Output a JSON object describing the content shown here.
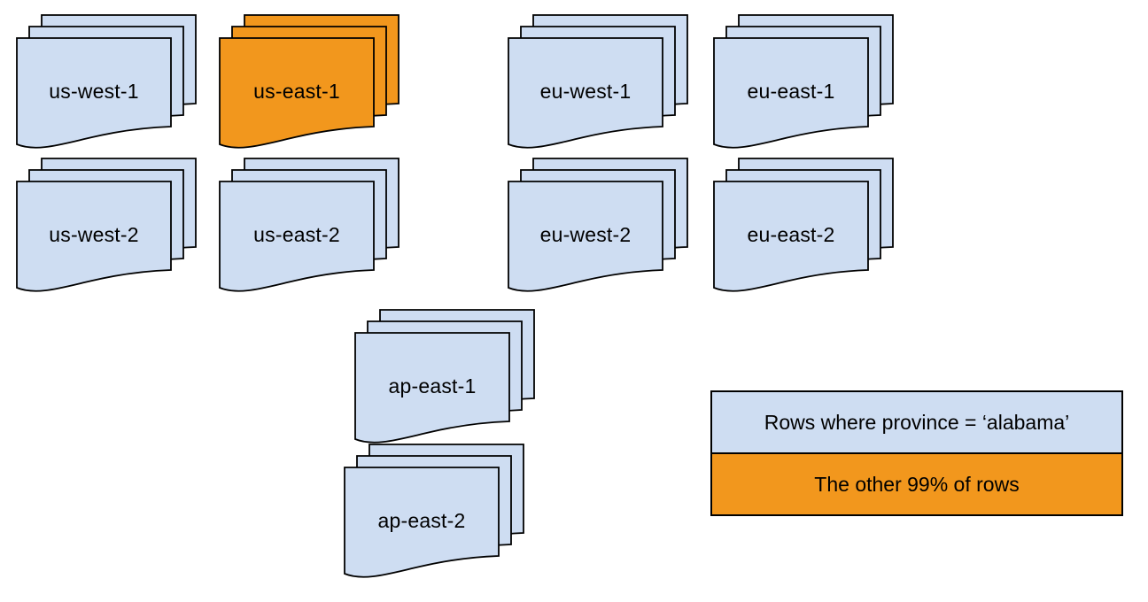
{
  "diagram": {
    "title": "region-partition-diagram",
    "stacks": [
      {
        "id": "us-west-1",
        "label": "us-west-1",
        "highlighted": false
      },
      {
        "id": "us-east-1",
        "label": "us-east-1",
        "highlighted": true
      },
      {
        "id": "eu-west-1",
        "label": "eu-west-1",
        "highlighted": false
      },
      {
        "id": "eu-east-1",
        "label": "eu-east-1",
        "highlighted": false
      },
      {
        "id": "us-west-2",
        "label": "us-west-2",
        "highlighted": false
      },
      {
        "id": "us-east-2",
        "label": "us-east-2",
        "highlighted": false
      },
      {
        "id": "eu-west-2",
        "label": "eu-west-2",
        "highlighted": false
      },
      {
        "id": "eu-east-2",
        "label": "eu-east-2",
        "highlighted": false
      },
      {
        "id": "ap-east-1",
        "label": "ap-east-1",
        "highlighted": false
      },
      {
        "id": "ap-east-2",
        "label": "ap-east-2",
        "highlighted": false
      }
    ],
    "legend": {
      "rows": [
        {
          "label": "Rows where province = ‘alabama’",
          "color": "#CEDDF2"
        },
        {
          "label": "The other 99% of rows",
          "color": "#F2971D"
        }
      ]
    },
    "colors": {
      "region_fill": "#CEDDF2",
      "highlight_fill": "#F2971D",
      "outline": "#000000",
      "text": "#000000",
      "background": "#FFFFFF"
    }
  }
}
